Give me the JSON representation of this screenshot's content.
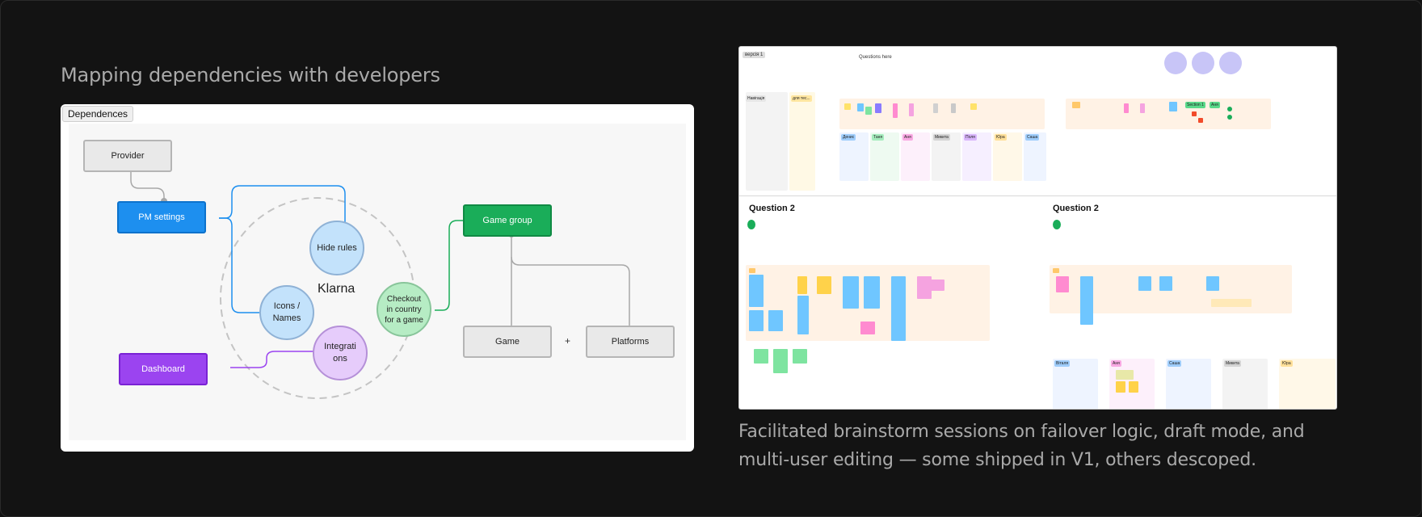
{
  "left_section": {
    "heading": "Mapping dependencies with developers",
    "tag": "Dependences",
    "nodes": {
      "provider": "Provider",
      "pm_settings": "PM settings",
      "hide_rules": "Hide rules",
      "klarna": "Klarna",
      "icons_names": "Icons / Names",
      "checkout": "Checkout in country for a game",
      "integrations": "Integrati ons",
      "dashboard": "Dashboard",
      "game_group": "Game group",
      "game": "Game",
      "plus": "+",
      "platforms": "Platforms"
    },
    "colors": {
      "blue": "#1d8fef",
      "green": "#1aad59",
      "purple": "#9b44f0"
    }
  },
  "right_section": {
    "board_tag": "версія 1",
    "questions_here": "Questions here",
    "question_left": "Question 2",
    "question_right": "Question 2",
    "chips_top": [
      "Навігація",
      "для тес...",
      "Денис",
      "Таня",
      "Аня",
      "Микита",
      "Поля",
      "Юра",
      "Саша",
      "Section 1",
      "Аня"
    ],
    "chips_bottom": [
      "Віталя",
      "Аня",
      "Саша",
      "Микита",
      "Юра"
    ],
    "caption": "Facilitated brainstorm sessions on failover logic, draft mode, and multi-user editing — some shipped in V1, others descoped."
  }
}
